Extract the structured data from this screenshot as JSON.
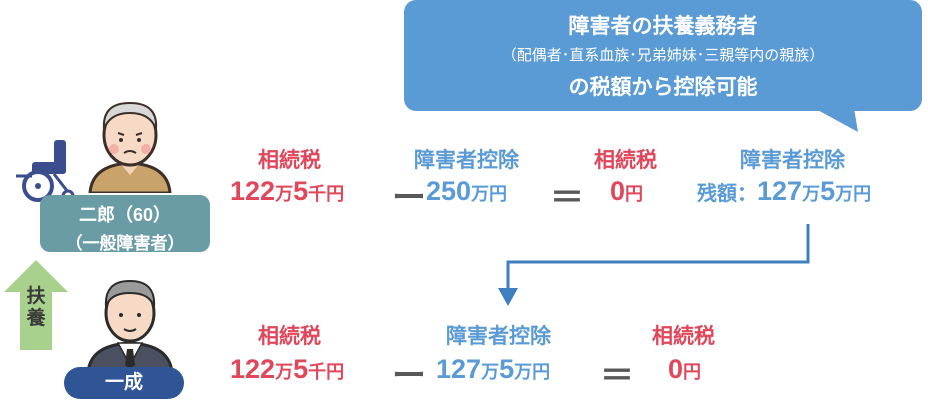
{
  "bubble": {
    "title": "障害者の扶養義務者",
    "subtitle": "（配偶者･直系血族･兄弟姉妹･三親等内の親族）",
    "footer": "の税額から控除可能"
  },
  "person_top": {
    "name": "二郎（60）",
    "status": "（一般障害者）"
  },
  "person_bottom": {
    "name": "一成"
  },
  "support_arrow_label": "扶養",
  "row1": {
    "tax_label": "相続税",
    "tax_value": "122",
    "tax_unit1": "万",
    "tax_value2": "5",
    "tax_unit2": "千円",
    "minus": "ー",
    "deduction_label": "障害者控除",
    "deduction_value": "250",
    "deduction_unit": "万円",
    "equals": "＝",
    "result_label": "相続税",
    "result_value": "0",
    "result_unit": "円",
    "remain_label": "障害者控除",
    "remain_prefix": "残額：",
    "remain_value": "127",
    "remain_unit1": "万",
    "remain_value2": "5",
    "remain_unit2": "万円"
  },
  "row2": {
    "tax_label": "相続税",
    "tax_value": "122",
    "tax_unit1": "万",
    "tax_value2": "5",
    "tax_unit2": "千円",
    "minus": "ー",
    "deduction_label": "障害者控除",
    "deduction_value": "127",
    "deduction_unit1": "万",
    "deduction_value2": "5",
    "deduction_unit2": "万円",
    "equals": "＝",
    "result_label": "相続税",
    "result_value": "0",
    "result_unit": "円"
  },
  "colors": {
    "red": "#e0475a",
    "blue": "#5b9bd5",
    "teal_tag": "#6a9ca6",
    "navy_tag": "#2f5597",
    "green_arrow": "#a9d18e",
    "gray_operator": "#595959"
  }
}
